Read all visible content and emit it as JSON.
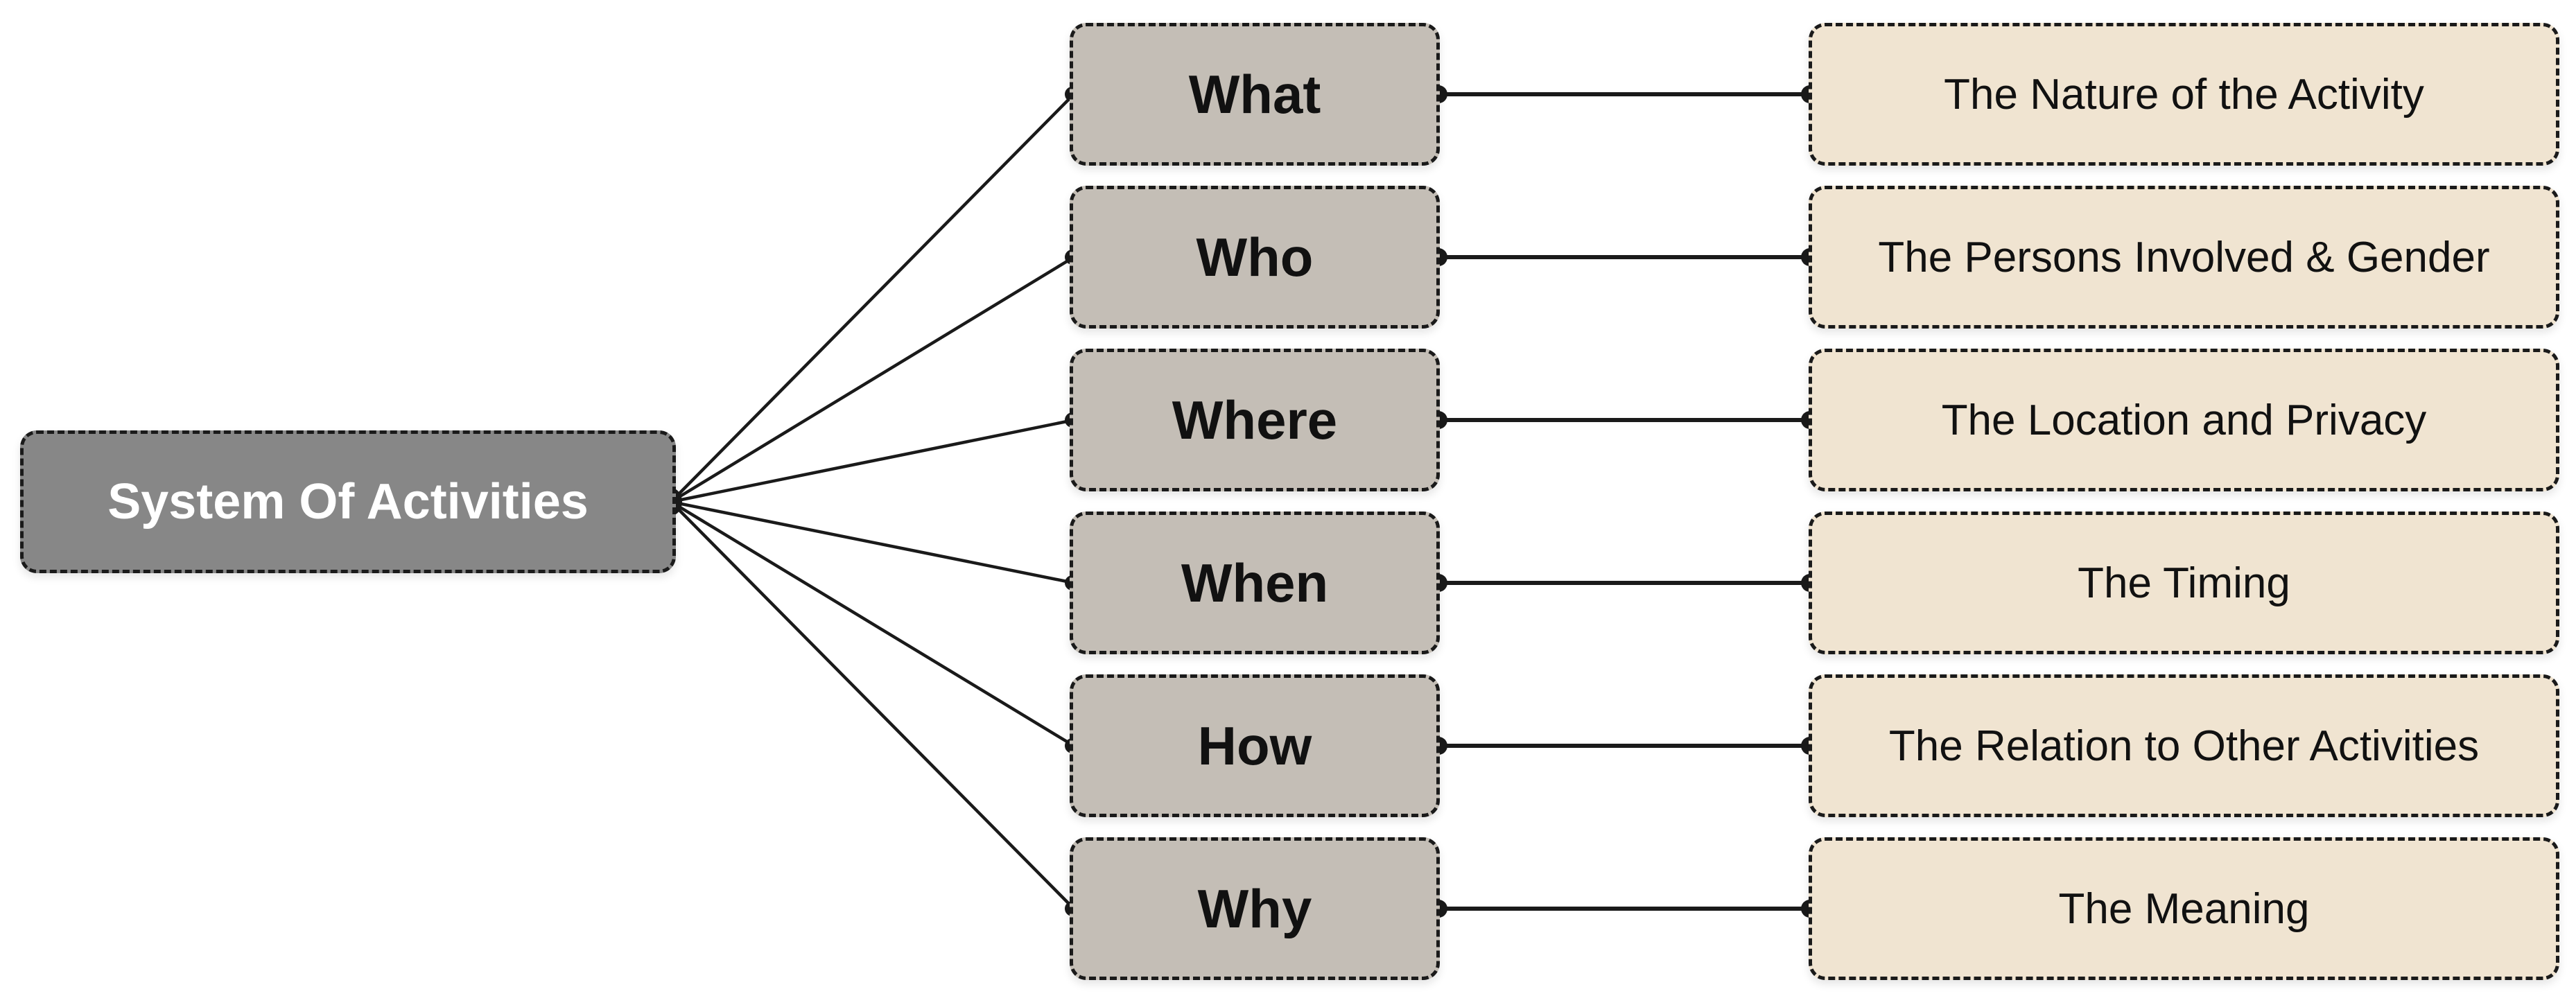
{
  "diagram": {
    "root": {
      "label": "System Of Activities"
    },
    "rows": [
      {
        "question": "What",
        "description": "The Nature of the Activity"
      },
      {
        "question": "Who",
        "description": "The Persons Involved & Gender"
      },
      {
        "question": "Where",
        "description": "The Location and Privacy"
      },
      {
        "question": "When",
        "description": "The Timing"
      },
      {
        "question": "How",
        "description": "The Relation to Other Activities"
      },
      {
        "question": "Why",
        "description": "The Meaning"
      }
    ],
    "colors": {
      "root_fill": "#878787",
      "root_text": "#ffffff",
      "question_fill": "#c4beb6",
      "description_fill": "#f0e4d1",
      "node_text": "#111111",
      "border": "#1a1a1a",
      "connector": "#1a1a1a",
      "background": "#ffffff"
    }
  }
}
